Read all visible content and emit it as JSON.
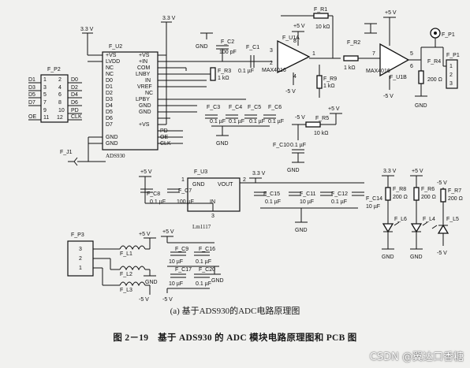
{
  "figure": {
    "subcaption": "(a) 基于ADS930的ADC电路原理图",
    "caption": "图 2－19　基于 ADS930 的 ADC 模块电路原理图和 PCB 图",
    "watermark": "CSDN @翼达口香糖"
  },
  "blocks": {
    "p2": {
      "ref": "F_P2",
      "left_labels": [
        "D1",
        "D3",
        "D5",
        "D7",
        "OE"
      ],
      "right_labels": [
        "D0",
        "D2",
        "D4",
        "D6",
        "PD",
        "CLK"
      ],
      "pins": [
        "1",
        "2",
        "3",
        "4",
        "5",
        "6",
        "7",
        "8",
        "9",
        "10",
        "11",
        "12"
      ]
    },
    "j1": {
      "ref": "F_J1"
    },
    "u2": {
      "ref": "F_U2",
      "part": "ADS930",
      "supply": "3.3 V",
      "left_pins": [
        "+VS",
        "LVDD",
        "NC",
        "NC",
        "D0",
        "D1",
        "D2",
        "D3",
        "D4",
        "D5",
        "D6",
        "D7",
        "GND",
        "GND"
      ],
      "right_pins": [
        "+VS",
        "+IN",
        "COM",
        "LNBY",
        "IN",
        "VREF",
        "NC",
        "LPBY",
        "GND",
        "GND",
        "+VS",
        "PD",
        "OE",
        "CLK"
      ],
      "vs_label": "3.3 V"
    },
    "input": {
      "c2_ref": "F_C2",
      "c2_val": "100 pF",
      "c1_ref": "F_C1",
      "c1_val": "0.1 µF",
      "r3_ref": "F_R3",
      "r3_val": "1 kΩ",
      "gnd": "GND"
    },
    "decoupling": {
      "refs": [
        "F_C3",
        "F_C4",
        "F_C5",
        "F_C6"
      ],
      "vals": [
        "0.1 µF",
        "0.1 µF",
        "0.1 µF",
        "0.1 µF"
      ],
      "gnd": "GND"
    },
    "u1a": {
      "ref": "F_U1A",
      "part": "MAX4016",
      "pos": "+5 V",
      "neg": "-5 V",
      "pins": [
        "3",
        "2",
        "4",
        "8",
        "1"
      ],
      "r1_ref": "F_R1",
      "r1_val": "10 kΩ",
      "r9_ref": "F_R9",
      "r9_val": "1 kΩ",
      "r5_ref": "F_R5",
      "r5_val": "10 kΩ",
      "r5_sup_pos": "+5 V",
      "r5_sup_neg": "-5 V",
      "c10_ref": "F_C10",
      "c10_val": "0.1 µF",
      "gnd": "GND"
    },
    "u1b": {
      "ref": "F_U1B",
      "part": "MAX4016",
      "pos": "+5 V",
      "neg": "-5 V",
      "pins": [
        "7",
        "5",
        "6"
      ],
      "r2_ref": "F_R2",
      "r2_val": "1 kΩ",
      "r4_ref": "F_R4",
      "r4_val": "200 Ω",
      "p1_ref": "F_P1",
      "p1_pins": [
        "1",
        "2",
        "3"
      ],
      "gnd": "GND"
    },
    "u3": {
      "ref": "F_U3",
      "part": "Lm1117",
      "pin_gnd": "GND",
      "pin_vout": "VOUT",
      "pin_in": "IN",
      "pin_nums": [
        "1",
        "2",
        "3"
      ],
      "in_sup": "+5 V",
      "out_sup": "3.3 V",
      "c8_ref": "F_C8",
      "c8_val": "0.1 µF",
      "c7_ref": "F_C7",
      "c7_val": "100 µF",
      "c15_ref": "F_C15",
      "c15_val": "0.1 µF",
      "c11_ref": "F_C11",
      "c11_val": "10 µF",
      "c12_ref": "F_C12",
      "c12_val": "0.1 µF",
      "c14_ref": "F_C14",
      "c14_val": "10 µF",
      "gnd": "GND"
    },
    "leds": {
      "sup": [
        "3.3 V",
        "+5 V",
        "-5 V"
      ],
      "r_refs": [
        "F_R8",
        "F_R6",
        "F_R7"
      ],
      "r_vals": [
        "200 Ω",
        "200 Ω",
        "200 Ω"
      ],
      "l_refs": [
        "F_L6",
        "F_L4",
        "F_L5"
      ],
      "bottoms": [
        "GND",
        "GND",
        "-5 V"
      ]
    },
    "p3": {
      "ref": "F_P3",
      "pins": [
        "3",
        "2",
        "1"
      ],
      "l_refs": [
        "F_L1",
        "F_L2",
        "F_L3"
      ],
      "rails": [
        "+5 V",
        "GND",
        "-5 V"
      ],
      "gnd": "GND"
    },
    "bank": {
      "sup": [
        "+5 V",
        "-5 V"
      ],
      "c_refs": [
        "F_C9",
        "F_C16",
        "F_C17",
        "F_C20"
      ],
      "c_vals": [
        "10 µF",
        "0.1 µF",
        "10 µF",
        "0.1 µF"
      ],
      "gnd": "GND"
    }
  }
}
